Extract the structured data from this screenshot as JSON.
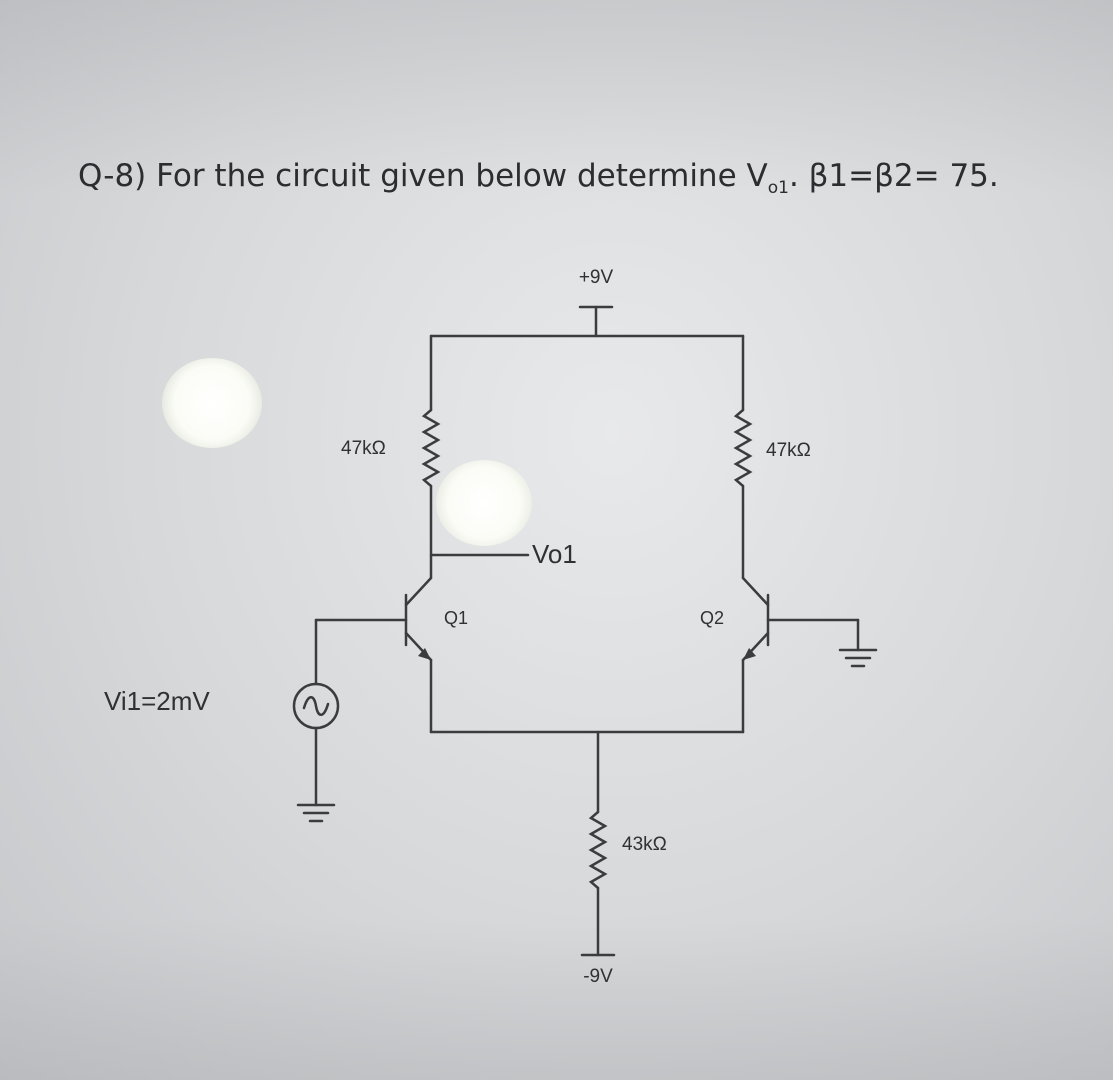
{
  "question": {
    "number": "Q-8)",
    "text": "For the circuit given below determine V",
    "vout_sub": "o1",
    "betas": ". β1=β2= 75."
  },
  "circuit": {
    "supply_positive": "+9V",
    "supply_negative": "-9V",
    "r_collector_left": "47kΩ",
    "r_collector_right": "47kΩ",
    "r_emitter": "43kΩ",
    "output_node": "Vo1",
    "transistor_1": "Q1",
    "transistor_2": "Q2",
    "input_source": "Vi1=2mV"
  },
  "colors": {
    "wire": "#3a3c3e",
    "text": "#2f3133"
  }
}
